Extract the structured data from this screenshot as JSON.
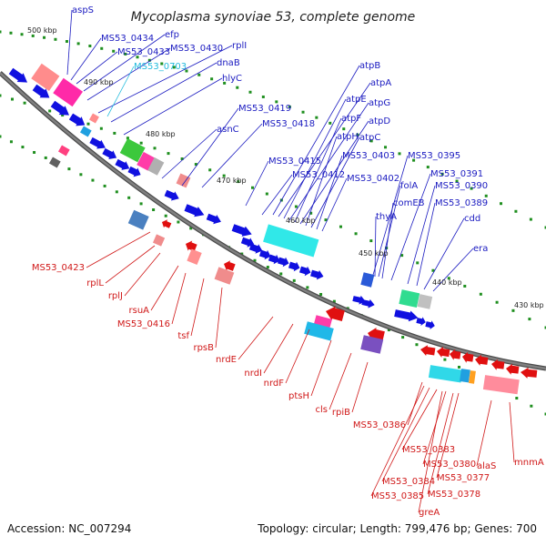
{
  "title": "Mycoplasma synoviae 53, complete genome",
  "footer": {
    "accession": "Accession: NC_007294",
    "summary": "Topology: circular; Length: 799,476 bp; Genes: 700"
  },
  "ticks": [
    "500 kbp",
    "490 kbp",
    "480 kbp",
    "470 kbp",
    "460 kbp",
    "450 kbp",
    "440 kbp",
    "430 kbp"
  ],
  "colors": {
    "forward_cds": "#1010e0",
    "reverse_cds": "#e01010",
    "forward_label": "#1a1ac0",
    "reverse_label": "#d01818",
    "highlight_label": "#22bbdd",
    "backbone": "#808080"
  },
  "forward_labels": [
    "aspS",
    "MS53_0434",
    "efp",
    "MS53_0433",
    "MS53_0430",
    "rplI",
    "MS53_0703",
    "dnaB",
    "hlyC",
    "asnC",
    "MS53_0419",
    "MS53_0418",
    "MS53_0415",
    "MS53_0412",
    "atpB",
    "atpA",
    "atpE",
    "atpG",
    "atpF",
    "atpD",
    "atpH",
    "atpC",
    "MS53_0403",
    "MS53_0402",
    "MS53_0395",
    "folA",
    "MS53_0391",
    "comEB",
    "MS53_0390",
    "thyA",
    "MS53_0389",
    "cdd",
    "era"
  ],
  "highlight_label": "MS53_0703",
  "reverse_labels": [
    "MS53_0423",
    "rplL",
    "rplJ",
    "rsuA",
    "MS53_0416",
    "tsf",
    "rpsB",
    "nrdE",
    "nrdI",
    "nrdF",
    "ptsH",
    "cls",
    "rpiB",
    "MS53_0386",
    "MS53_0383",
    "MS53_0384",
    "MS53_0380",
    "MS53_0385",
    "MS53_0377",
    "greA",
    "MS53_0378",
    "alaS",
    "mnmA"
  ]
}
